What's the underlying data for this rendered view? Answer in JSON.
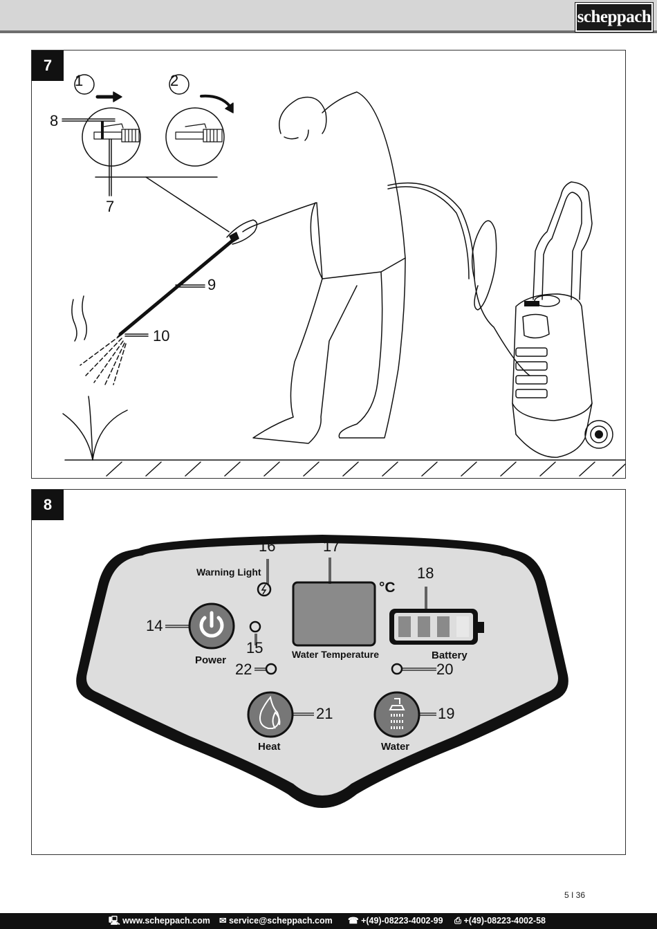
{
  "header": {
    "brand": "scheppach"
  },
  "figure7": {
    "number": "7",
    "steps": [
      "1",
      "2"
    ],
    "callouts": {
      "c8": "8",
      "c7": "7",
      "c9": "9",
      "c10": "10"
    }
  },
  "figure8": {
    "number": "8",
    "callouts": {
      "c16": "16",
      "c17": "17",
      "c18": "18",
      "c14": "14",
      "c15": "15",
      "c22": "22",
      "c20": "20",
      "c21": "21",
      "c19": "19"
    },
    "labels": {
      "warning_light": "Warning Light",
      "celsius": "°C",
      "water_temperature": "Water Temperature",
      "battery": "Battery",
      "power": "Power",
      "heat": "Heat",
      "water": "Water"
    },
    "colors": {
      "panel": "#dddddd",
      "button": "#777777",
      "display": "#8a8a8a",
      "battery_cell": "#8a8a8a"
    }
  },
  "page": {
    "number": "5 I 36"
  },
  "footer": {
    "website": "www.scheppach.com",
    "email": "service@scheppach.com",
    "phone": "+(49)-08223-4002-99",
    "fax": "+(49)-08223-4002-58"
  }
}
